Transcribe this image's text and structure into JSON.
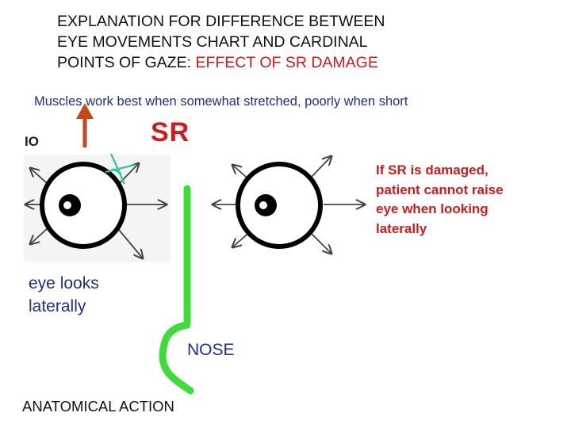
{
  "title": {
    "line1": "EXPLANATION FOR DIFFERENCE BETWEEN",
    "line2": "EYE MOVEMENTS CHART AND CARDINAL",
    "line3_prefix": "POINTS OF GAZE: ",
    "line3_highlight": "EFFECT OF SR DAMAGE"
  },
  "subtitle": "Muscles work best when somewhat stretched,  poorly when short",
  "labels": {
    "io": "IO",
    "sr": "SR",
    "nose": "NOSE",
    "anatomical_action": "ANATOMICAL ACTION",
    "eye_looks_line1": "eye looks",
    "eye_looks_line2": "laterally"
  },
  "note": {
    "line1": "If SR is damaged,",
    "line2": "patient cannot raise",
    "line3": "eye when looking",
    "line4": "laterally"
  },
  "colors": {
    "title_highlight": "#d11a1a",
    "blue_text": "#1f2f86",
    "arrow_orange": "#c8461c",
    "nose_green": "#3ddc3a",
    "damage_cross": "#2ec79a",
    "eye_black": "#000000"
  },
  "icons": {
    "io_arrow": "arrow-up-icon",
    "sr_damage": "cross-mark-icon",
    "eye": "eye-icon"
  }
}
